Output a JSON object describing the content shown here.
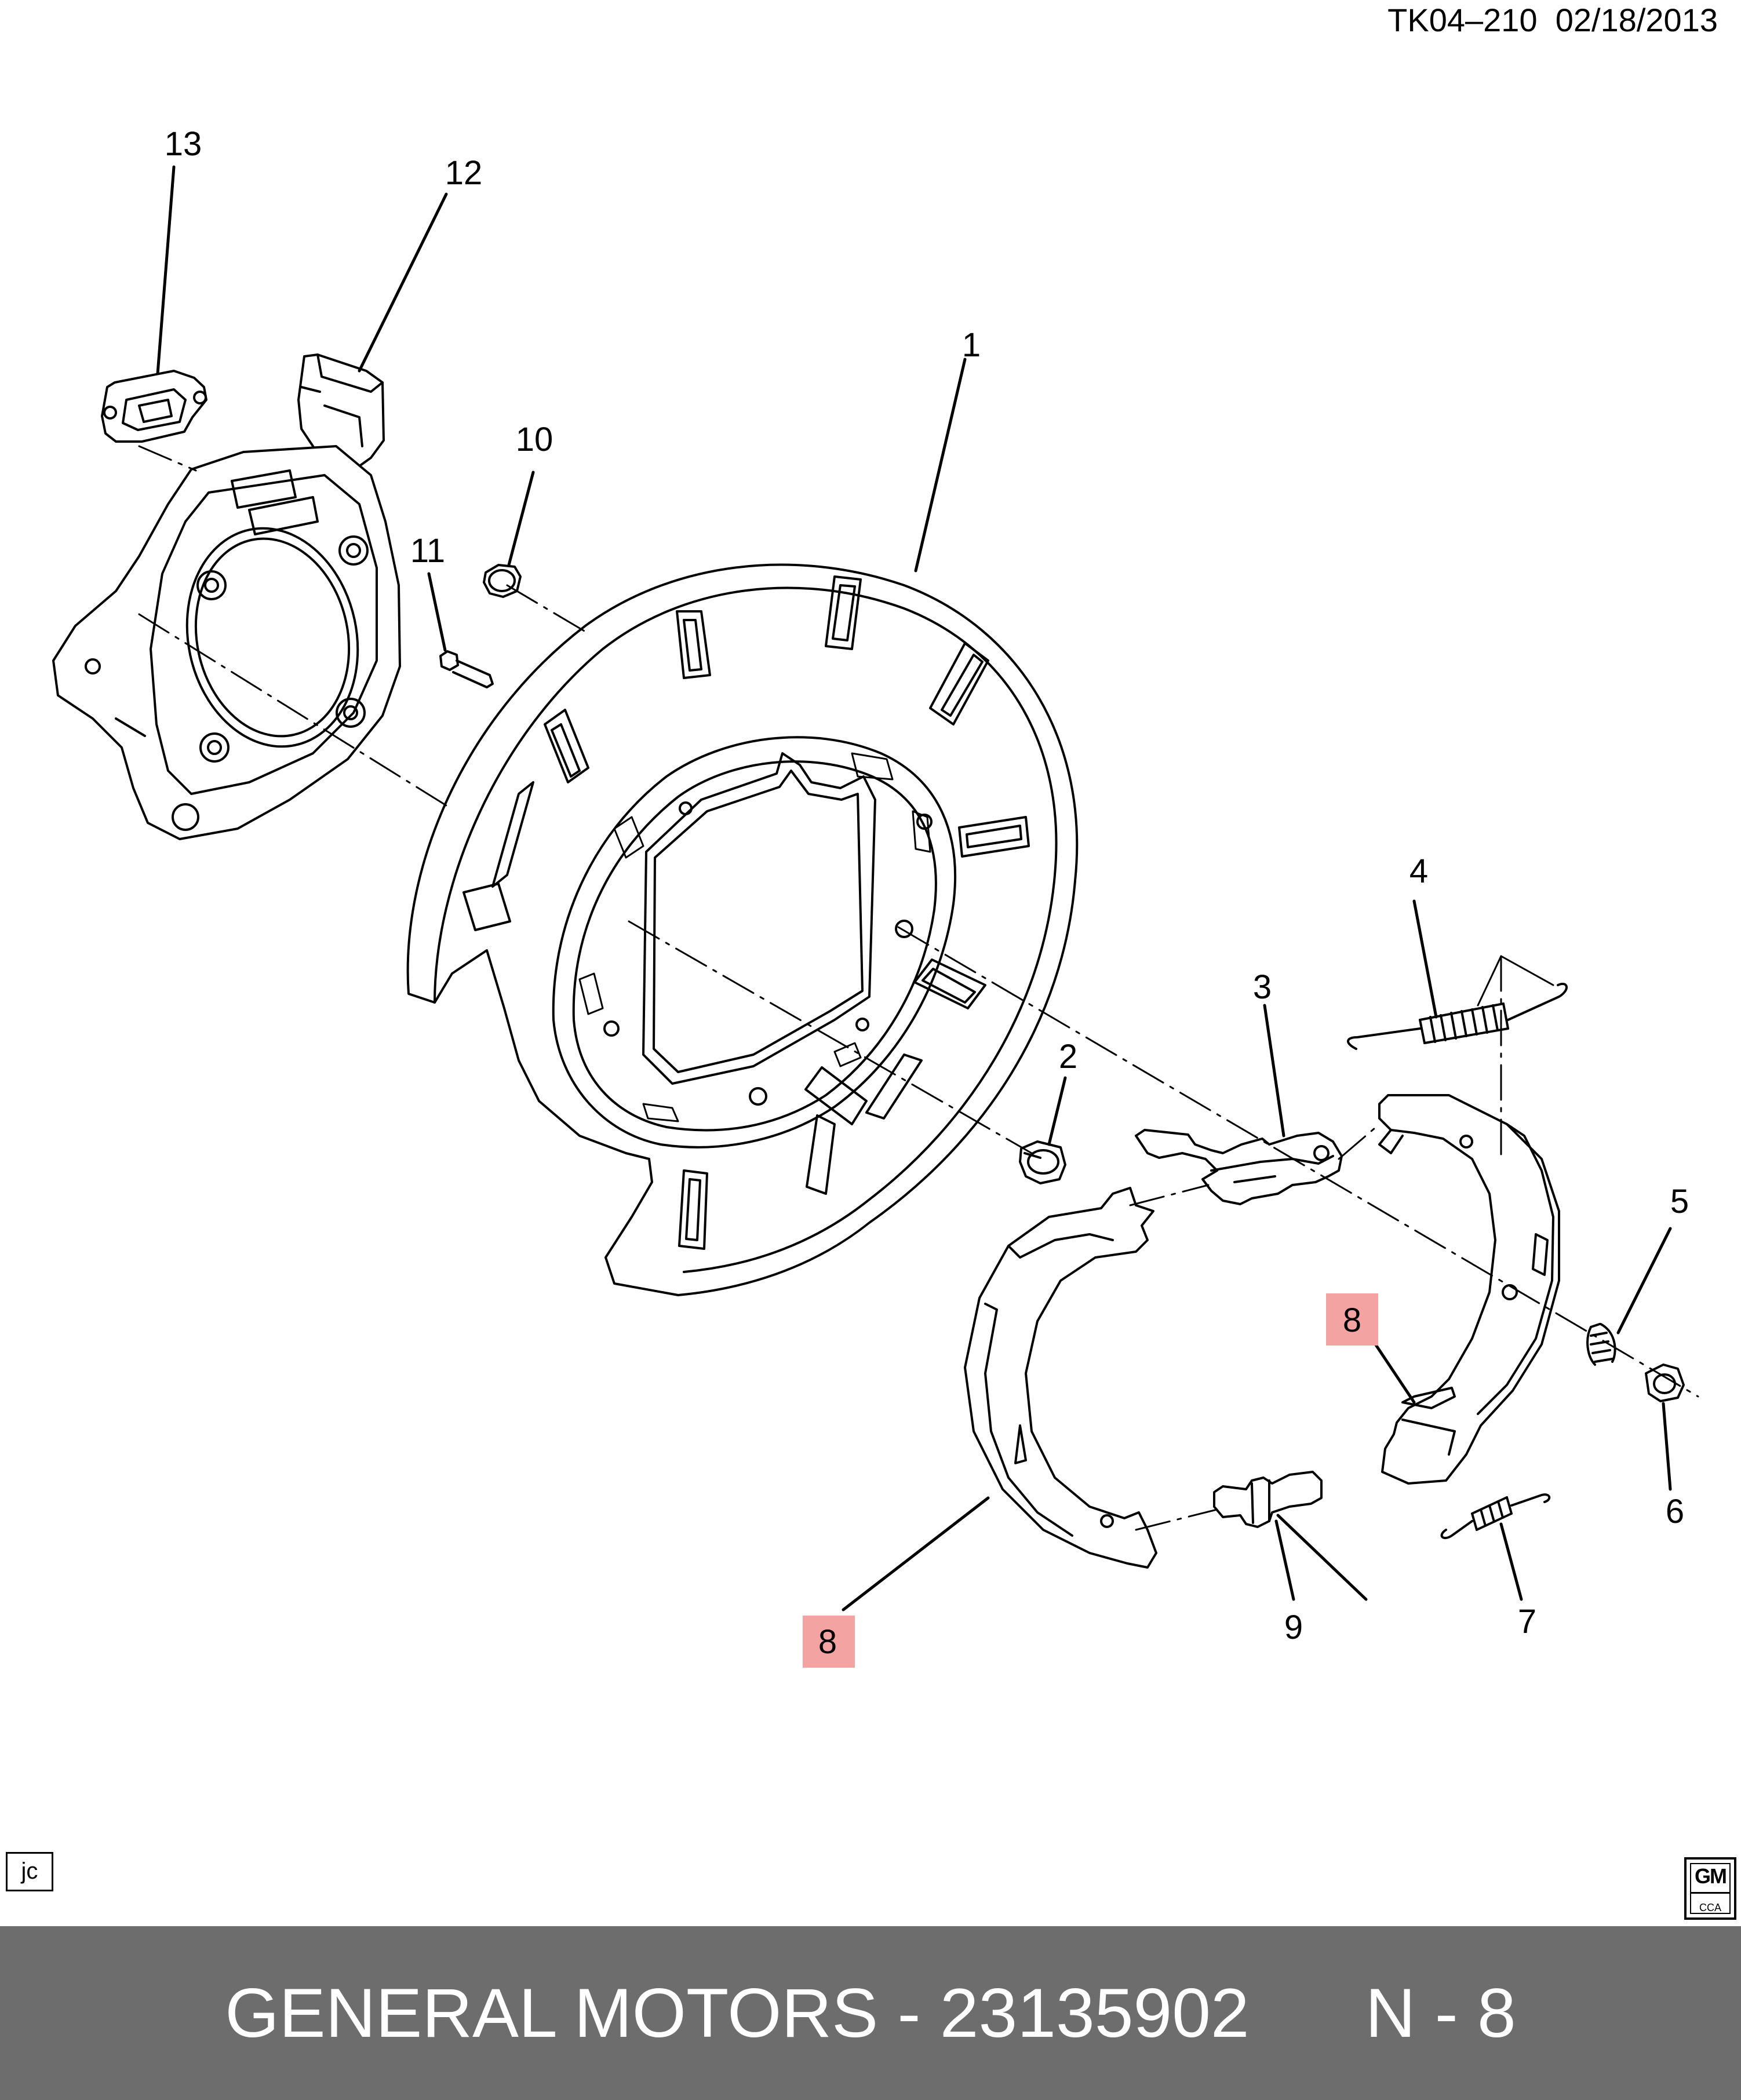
{
  "header": {
    "drawing_id": "TK04–210",
    "date": "02/18/2013"
  },
  "callouts": {
    "c1": "1",
    "c2": "2",
    "c3": "3",
    "c4": "4",
    "c5": "5",
    "c6": "6",
    "c7": "7",
    "c8a": "8",
    "c8b": "8",
    "c9": "9",
    "c10": "10",
    "c11": "11",
    "c12": "12",
    "c13": "13"
  },
  "highlight_color": "#f4a3a3",
  "badges": {
    "initials": "jc",
    "logo_text": "GM",
    "logo_sub": "CCA"
  },
  "footer": {
    "text": "GENERAL MOTORS - 23135902      N - 8",
    "background": "#6d6d6d"
  }
}
